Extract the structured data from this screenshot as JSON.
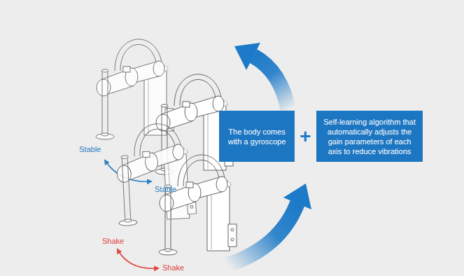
{
  "diagram": {
    "nodes": [
      {
        "text": [
          "The body comes with a gyroscope"
        ]
      },
      {
        "text": [
          "Self-learning algorithm that automatically adjusts the gain parameters of each axis to reduce vibrations"
        ]
      }
    ],
    "labels": [
      "Stable",
      "Stable",
      "+",
      "Shake",
      "Shake"
    ]
  }
}
